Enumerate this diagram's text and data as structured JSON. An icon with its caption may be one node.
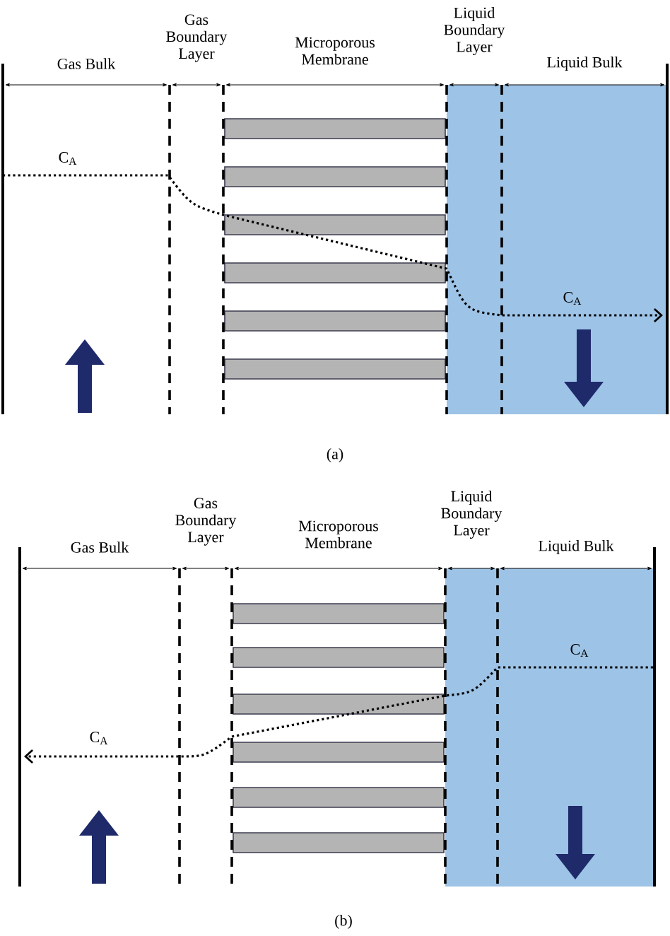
{
  "diagram": {
    "labels": [
      "Gas Bulk",
      "Gas Boundary Layer",
      "Microporous Membrane",
      "Liquid Boundary Layer",
      "Liquid Bulk",
      "C$_{A}$",
      "C$_{A}$",
      "(a)",
      "Gas Bulk",
      "Gas Boundary Layer",
      "Microporous Membrane",
      "Liquid Boundary Layer",
      "Liquid Bulk",
      "C$_{A}$",
      "C$_{A}$",
      "(b)"
    ]
  }
}
